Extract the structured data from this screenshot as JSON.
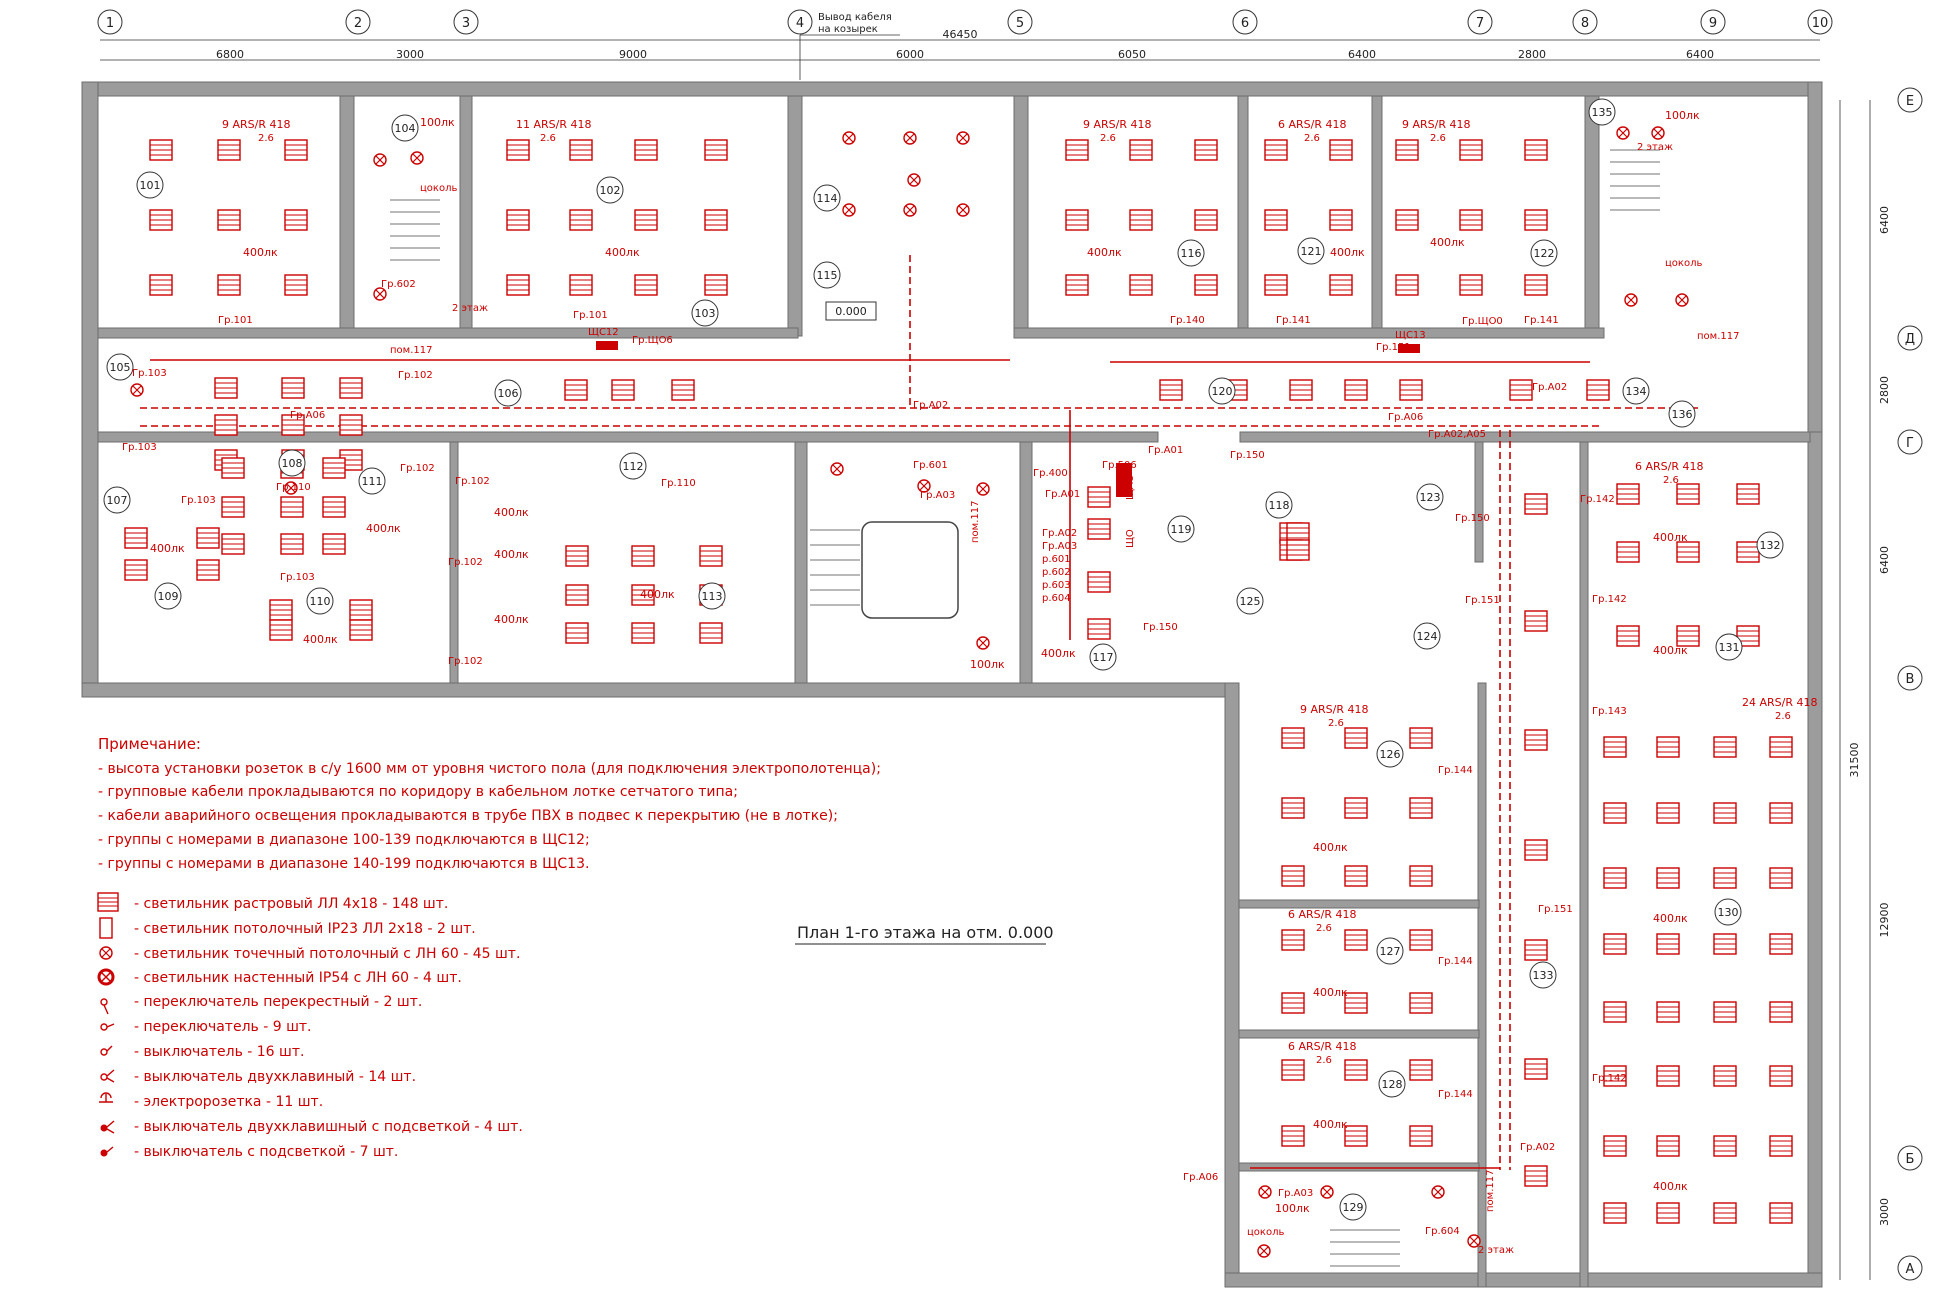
{
  "axes_top": [
    "1",
    "2",
    "3",
    "4",
    "5",
    "6",
    "7",
    "8",
    "9",
    "10"
  ],
  "axes_right": [
    "Е",
    "Д",
    "Г",
    "В",
    "Б",
    "А"
  ],
  "dims_top": [
    "6800",
    "3000",
    "9000",
    "6000",
    "6050",
    "6400",
    "2800",
    "6400"
  ],
  "dim_total_top": "46450",
  "dims_right": [
    "6400",
    "2800",
    "6400",
    "12900",
    "3000"
  ],
  "dim_total_right": "31500",
  "cable_out_note": [
    "Вывод кабеля",
    "на козырек"
  ],
  "level_mark": "0.000",
  "plan_title": "План 1-го этажа на отм. 0.000",
  "notes": {
    "heading": "Примечание:",
    "items": [
      "- высота установки розеток в с/у 1600 мм от уровня чистого пола (для подключения электрополотенца);",
      "- групповые кабели прокладываются по коридору в кабельном лотке сетчатого типа;",
      "- кабели аварийного освещения прокладываются в трубе ПВХ в подвес к перекрытию (не в лотке);",
      "- группы с номерами в диапазоне 100-139 подключаются в ЩС12;",
      "- группы с номерами в диапазоне 140-199 подключаются в ЩС13."
    ]
  },
  "legend": [
    {
      "icon": "raster-luminaire-icon",
      "text": "- светильник растровый ЛЛ 4х18 - 148 шт."
    },
    {
      "icon": "ceiling-luminaire-ip23-icon",
      "text": "- светильник потолочный IP23 ЛЛ 2х18 - 2 шт."
    },
    {
      "icon": "spot-ceiling-luminaire-icon",
      "text": "- светильник точечный потолочный с ЛН 60 - 45 шт."
    },
    {
      "icon": "wall-luminaire-ip54-icon",
      "text": "- светильник настенный IP54 с ЛН 60 - 4 шт."
    },
    {
      "icon": "cross-switch-icon",
      "text": "- переключатель перекрестный - 2 шт."
    },
    {
      "icon": "changeover-switch-icon",
      "text": "- переключатель - 9 шт."
    },
    {
      "icon": "switch-icon",
      "text": "- выключатель - 16 шт."
    },
    {
      "icon": "double-switch-icon",
      "text": "- выключатель двухклавиный - 14 шт."
    },
    {
      "icon": "socket-icon",
      "text": "- электророзетка - 11 шт."
    },
    {
      "icon": "double-backlit-switch-icon",
      "text": "- выключатель двухклавишный с подсветкой - 4 шт."
    },
    {
      "icon": "backlit-switch-icon",
      "text": "- выключатель с подсветкой - 7 шт."
    }
  ],
  "rooms": [
    "101",
    "102",
    "103",
    "104",
    "105",
    "106",
    "107",
    "108",
    "109",
    "110",
    "111",
    "112",
    "113",
    "114",
    "115",
    "116",
    "117",
    "118",
    "119",
    "120",
    "121",
    "122",
    "123",
    "124",
    "125",
    "126",
    "127",
    "128",
    "129",
    "130",
    "131",
    "132",
    "133",
    "134",
    "135",
    "136"
  ],
  "fixture_specs": [
    "9 ARS/R 418",
    "11 ARS/R 418",
    "9 ARS/R 418",
    "6 ARS/R 418",
    "9 ARS/R 418",
    "6 ARS/R 418",
    "24 ARS/R 418",
    "9 ARS/R 418",
    "6 ARS/R 418",
    "6 ARS/R 418"
  ],
  "mount_height": "2.6",
  "lux": {
    "l400": "400лк",
    "l100": "100лк"
  },
  "groups": [
    "Гр.101",
    "Гр.101",
    "Гр.102",
    "Гр.102",
    "Гр.102",
    "Гр.102",
    "Гр.102",
    "Гр.103",
    "Гр.103",
    "Гр.103",
    "Гр.103",
    "Гр.110",
    "Гр.110",
    "Гр.140",
    "Гр.141",
    "Гр.141",
    "Гр.142",
    "Гр.142",
    "Гр.142",
    "Гр.143",
    "Гр.144",
    "Гр.144",
    "Гр.144",
    "Гр.150",
    "Гр.150",
    "Гр.150",
    "Гр.151",
    "Гр.151",
    "Гр.151",
    "Гр.601",
    "Гр.602",
    "Гр.604",
    "Гр.А01",
    "Гр.А01",
    "Гр.А02",
    "Гр.А02",
    "Гр.А02",
    "Гр.А03",
    "Гр.А03",
    "Гр.А06",
    "Гр.А06",
    "Гр.А06",
    "Гр.А02,А05",
    "Гр.ЩО6",
    "Гр.ЩО0",
    "Гр.400",
    "Гр.506"
  ],
  "panels": [
    "ЩС12",
    "ЩС13",
    "ЩАО",
    "ЩО"
  ],
  "riser_labels": {
    "a": "пом.117",
    "b": "цоколь",
    "c": "2 этаж"
  },
  "feeder_list": [
    "Гр.А02",
    "Гр.А03",
    "р.601",
    "р.602",
    "р.603",
    "р.604"
  ],
  "colors": {
    "drawing_red": "#cc0000",
    "wall_grey": "#9c9c9c",
    "line_black": "#222222"
  }
}
